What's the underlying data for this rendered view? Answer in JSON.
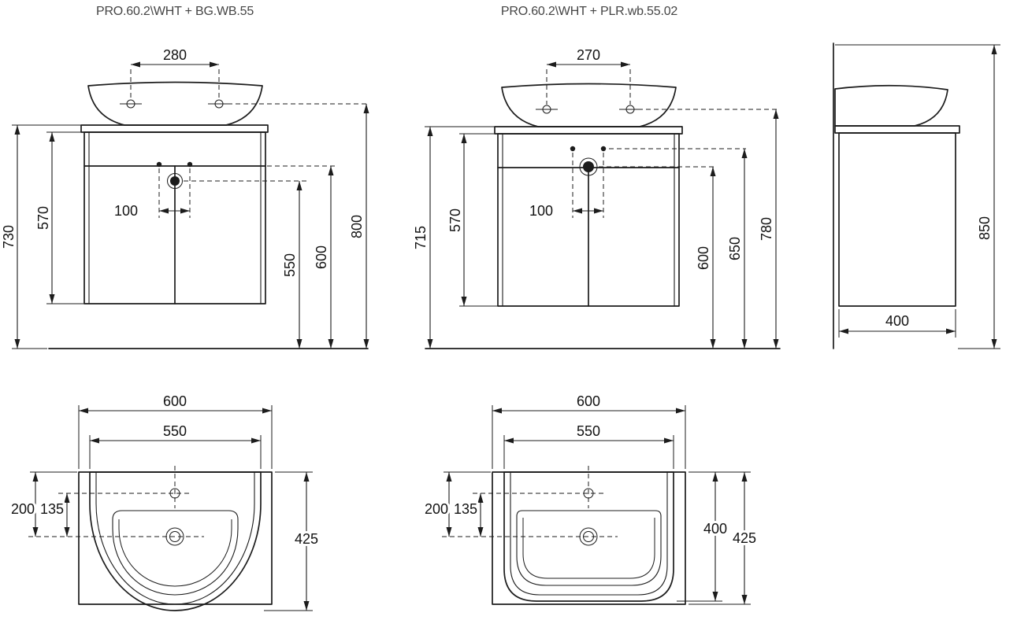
{
  "drawing": {
    "line_color": "#1c1c1c",
    "background": "#ffffff"
  },
  "titles": {
    "left": "PRO.60.2\\WHT + BG.WB.55",
    "middle": "PRO.60.2\\WHT + PLR.wb.55.02"
  },
  "front_view_left": {
    "faucet_spacing": "280",
    "cabinet_height": "570",
    "worktop_height": "730",
    "hole_pitch": "100",
    "drain_height": "550",
    "apron_height": "600",
    "rim_height": "800"
  },
  "front_view_middle": {
    "faucet_spacing": "270",
    "cabinet_height": "570",
    "worktop_height": "715",
    "hole_pitch": "100",
    "drain_height": "600",
    "overflow_height": "650",
    "rim_height": "780"
  },
  "side_view": {
    "total_height": "850",
    "depth": "400"
  },
  "plan_view_left": {
    "outer_width": "600",
    "basin_width": "550",
    "drain_setback": "200",
    "faucet_setback": "135",
    "total_depth": "425"
  },
  "plan_view_middle": {
    "outer_width": "600",
    "basin_width": "550",
    "drain_setback": "200",
    "faucet_setback": "135",
    "basin_depth": "400",
    "total_depth": "425"
  }
}
